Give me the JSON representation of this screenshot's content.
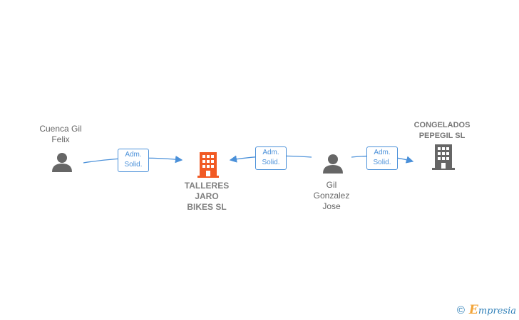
{
  "nodes": {
    "person1": {
      "name": "Cuenca Gil\nFelix",
      "icon": "person-icon"
    },
    "company_main": {
      "name": "TALLERES\nJARO\nBIKES  SL",
      "icon": "building-icon",
      "color": "#f15a24"
    },
    "person2": {
      "name": "Gil\nGonzalez\nJose",
      "icon": "person-icon"
    },
    "company2": {
      "name": "CONGELADOS\nPEPEGIL  SL",
      "icon": "building-icon",
      "color": "#666666"
    }
  },
  "edges": [
    {
      "from": "person1",
      "to": "company_main",
      "label_line1": "Adm.",
      "label_line2": "Solid."
    },
    {
      "from": "person2",
      "to": "company_main",
      "label_line1": "Adm.",
      "label_line2": "Solid."
    },
    {
      "from": "person2",
      "to": "company2",
      "label_line1": "Adm.",
      "label_line2": "Solid."
    }
  ],
  "footer": {
    "copyright_symbol": "©",
    "brand_first": "E",
    "brand_rest": "mpresia"
  },
  "colors": {
    "edge": "#4a90d9",
    "person": "#666666",
    "main_company": "#f15a24",
    "other_company": "#666666"
  }
}
